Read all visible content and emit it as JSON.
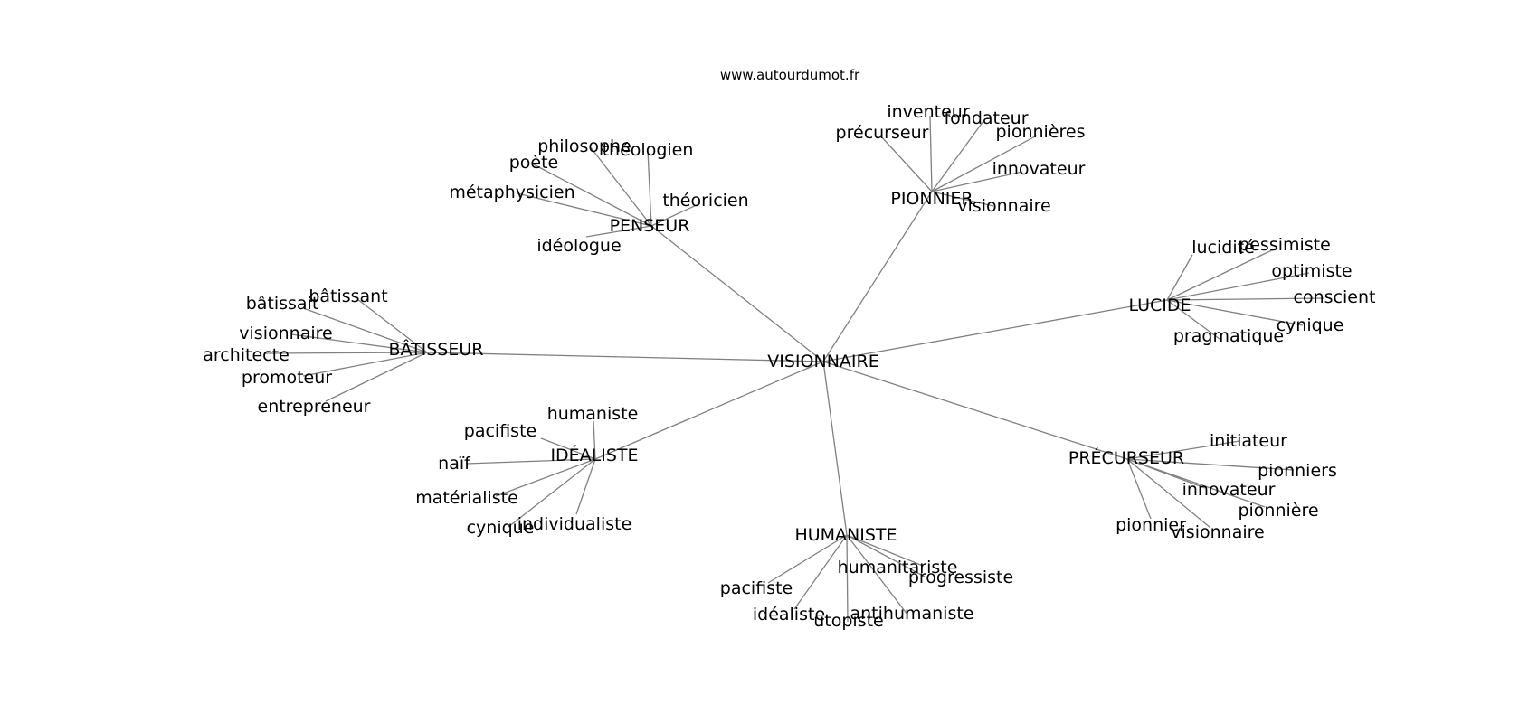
{
  "source": "www.autourdumot.fr",
  "center": "VISIONNAIRE",
  "groups": [
    {
      "label": "PENSEUR",
      "words": [
        "philosophe",
        "théologien",
        "poète",
        "métaphysicien",
        "théoricien",
        "idéologue"
      ]
    },
    {
      "label": "PIONNIER",
      "words": [
        "inventeur",
        "fondateur",
        "précurseur",
        "pionnières",
        "innovateur",
        "visionnaire"
      ]
    },
    {
      "label": "LUCIDE",
      "words": [
        "lucidité",
        "pessimiste",
        "optimiste",
        "conscient",
        "cynique",
        "pragmatique"
      ]
    },
    {
      "label": "BÂTISSEUR",
      "words": [
        "bâtissant",
        "bâtissait",
        "visionnaire",
        "architecte",
        "promoteur",
        "entrepreneur"
      ]
    },
    {
      "label": "IDÉALISTE",
      "words": [
        "humaniste",
        "pacifiste",
        "naïf",
        "matérialiste",
        "individualiste",
        "cynique"
      ]
    },
    {
      "label": "PRÉCURSEUR",
      "words": [
        "initiateur",
        "pionniers",
        "innovateur",
        "pionnière",
        "pionnier",
        "visionnaire"
      ]
    },
    {
      "label": "HUMANISTE",
      "words": [
        "humanitariste",
        "progressiste",
        "pacifiste",
        "idéaliste",
        "antihumaniste",
        "utopiste"
      ]
    }
  ]
}
